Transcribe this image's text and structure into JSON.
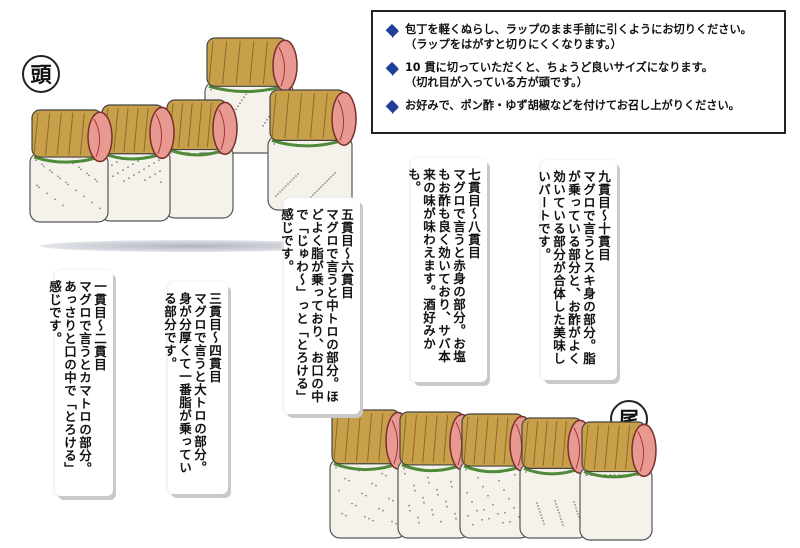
{
  "instructions": [
    {
      "text": "包丁を軽くぬらし、ラップのまま手前に引くようにお切りください。",
      "sub": "（ラップをはがすと切りにくくなります。）"
    },
    {
      "text": "10 貫に切っていただくと、ちょうど良いサイズになります。",
      "sub": "（切れ目が入っている方が頭です。）"
    },
    {
      "text": "お好みで、ポン酢・ゆず胡椒などを付けてお召し上がりください。",
      "sub": ""
    }
  ],
  "labels": {
    "head": "頭",
    "tail": "尾"
  },
  "cards": [
    {
      "id": "pieces-1-2",
      "title": "一貫目～二貫目",
      "body": "マグロで言うとカマトロの部分。あっさりと口の中で「とろける」感じです。"
    },
    {
      "id": "pieces-3-4",
      "title": "三貫目～四貫目",
      "body": "マグロで言うと大トロの部分。身が分厚くて一番脂が乗っている部分です。"
    },
    {
      "id": "pieces-5-6",
      "title": "五貫目～六貫目",
      "body": "マグロで言うと中トロの部分。ほどよく脂が乗っており、お口の中で「じゅわ～」っと「とろける」感じです。"
    },
    {
      "id": "pieces-7-8",
      "title": "七貫目～八貫目",
      "body": "マグロで言うと赤身の部分。お塩もお酢も良く効いており、サバ本来の味が味わえます。酒好みかも。"
    },
    {
      "id": "pieces-9-10",
      "title": "九貫目～十貫目",
      "body": "マグロで言うとスキ身の部分。脂が乗っている部分と、お酢がよく効いている部分が合体した美味しいパートです。"
    }
  ],
  "colors": {
    "bullet": "#1f3f9a",
    "rice": "#f4f2ea",
    "mackerel_top": "#c9a04a",
    "mackerel_skin": "#8c6a2c",
    "flesh": "#e89a92",
    "shiso": "#4f8a3a"
  }
}
